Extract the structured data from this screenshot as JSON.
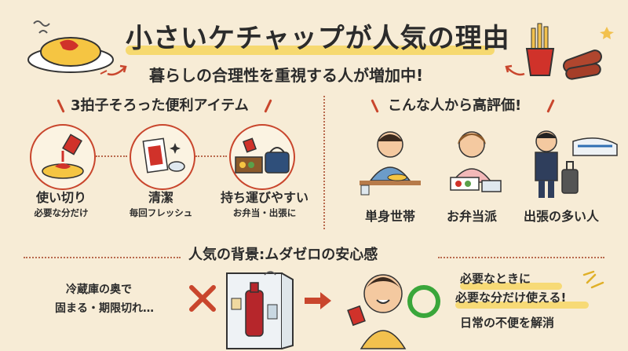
{
  "header": {
    "title": "小さいケチャップが人気の理由",
    "subtitle": "暮らしの合理性を重視する人が増加中!"
  },
  "benefits": {
    "heading": "3拍子そろった便利アイテム",
    "items": [
      {
        "label": "使い切り",
        "sub": "必要な分だけ"
      },
      {
        "label": "清潔",
        "sub": "毎回フレッシュ"
      },
      {
        "label": "持ち運びやすい",
        "sub": "お弁当・出張に"
      }
    ]
  },
  "users": {
    "heading": "こんな人から高評価!",
    "items": [
      {
        "label": "単身世帯"
      },
      {
        "label": "お弁当派"
      },
      {
        "label": "出張の多い人"
      }
    ]
  },
  "background": {
    "heading": "人気の背景:ムダゼロの安心感",
    "problem": [
      "冷蔵庫の奥で",
      "固まる・期限切れ…"
    ],
    "solution": [
      "必要なときに",
      "必要な分だけ使える!",
      "日常の不便を解消"
    ]
  },
  "colors": {
    "accent": "#c9462d",
    "highlight": "#f6d65e",
    "positive": "#3aa63a",
    "background": "#f7ecd6"
  }
}
